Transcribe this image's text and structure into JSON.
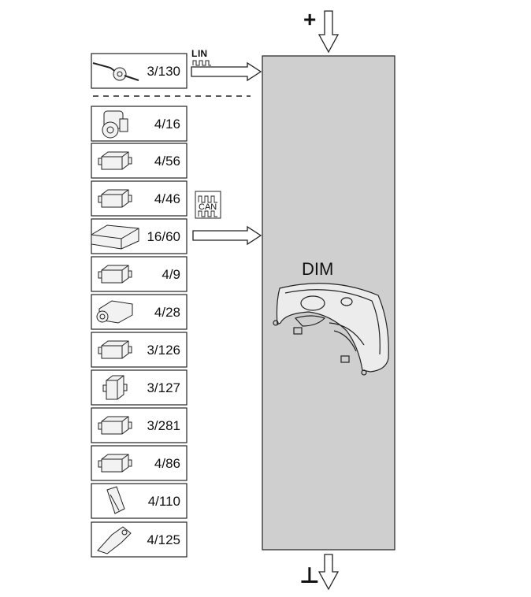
{
  "dim": {
    "label": "DIM",
    "fill": "#cfcfcf"
  },
  "power": {
    "plus": "+",
    "ground": "⊥"
  },
  "buses": {
    "lin": "L",
    "lin_sub": "IN",
    "can": "CAN"
  },
  "modules": [
    {
      "code": "3/130",
      "icon": "steering-column-switch-icon"
    },
    {
      "code": "4/16",
      "icon": "ignition-switch-icon"
    },
    {
      "code": "4/56",
      "icon": "control-module-icon"
    },
    {
      "code": "4/46",
      "icon": "control-module-icon"
    },
    {
      "code": "16/60",
      "icon": "central-electronic-module-icon"
    },
    {
      "code": "4/9",
      "icon": "control-module-icon"
    },
    {
      "code": "4/28",
      "icon": "control-module-icon"
    },
    {
      "code": "3/126",
      "icon": "control-module-icon"
    },
    {
      "code": "3/127",
      "icon": "control-module-icon"
    },
    {
      "code": "3/281",
      "icon": "control-module-icon"
    },
    {
      "code": "4/86",
      "icon": "control-module-icon"
    },
    {
      "code": "4/110",
      "icon": "control-module-icon"
    },
    {
      "code": "4/125",
      "icon": "control-module-icon"
    }
  ]
}
